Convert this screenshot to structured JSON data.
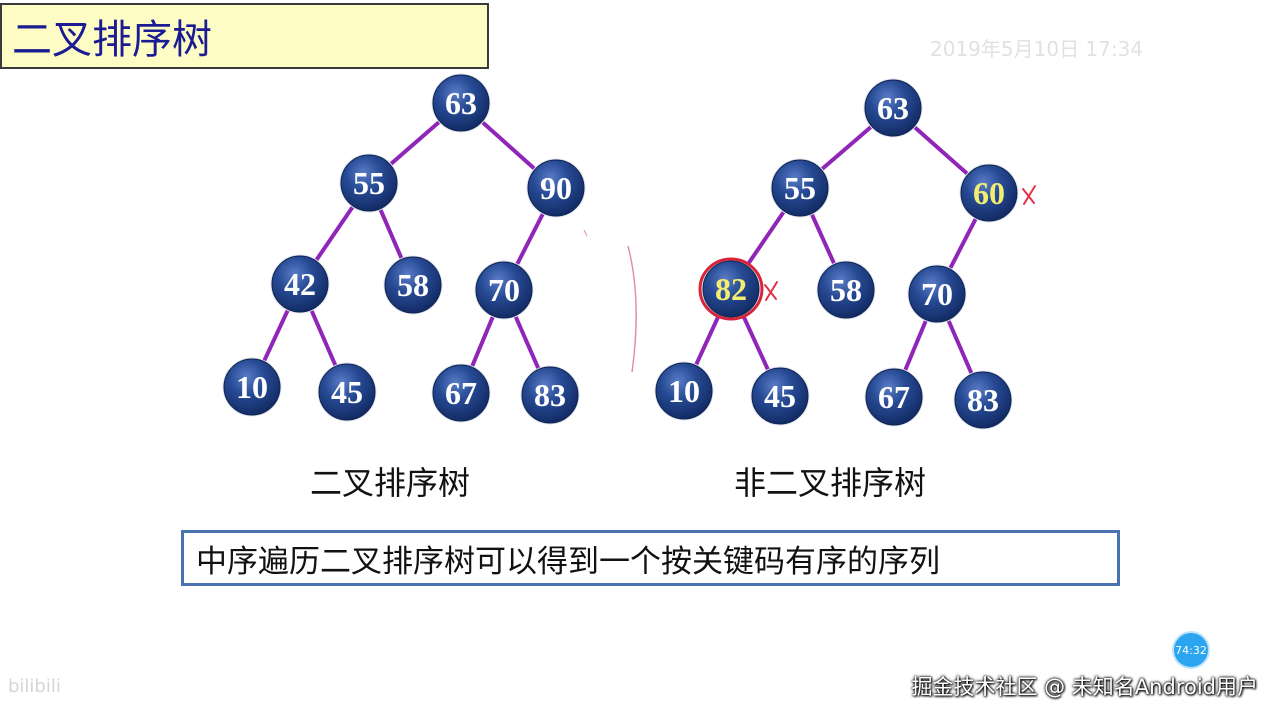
{
  "title": "二叉排序树",
  "captions": {
    "left": "二叉排序树",
    "right": "非二叉排序树"
  },
  "note": "中序遍历二叉排序树可以得到一个按关键码有序的序列",
  "watermark": {
    "top": "2019年5月10日 17:34",
    "bottom": "bilibili"
  },
  "timer": "74:32",
  "credit": "掘金技术社区 @ 未知名Android用户",
  "colors": {
    "node_fill": "#1f3d82",
    "node_text": "#ffffff",
    "highlight_text": "#f3ef6e",
    "edge": "#9026b8",
    "circle_mark": "#d8243a",
    "cross_mark": "#e0334a"
  },
  "trees": [
    {
      "name": "bst",
      "nodes": [
        {
          "id": "n63",
          "label": "63"
        },
        {
          "id": "n55",
          "label": "55"
        },
        {
          "id": "n90",
          "label": "90"
        },
        {
          "id": "n42",
          "label": "42"
        },
        {
          "id": "n58",
          "label": "58"
        },
        {
          "id": "n70",
          "label": "70"
        },
        {
          "id": "n10",
          "label": "10"
        },
        {
          "id": "n45",
          "label": "45"
        },
        {
          "id": "n67",
          "label": "67"
        },
        {
          "id": "n83",
          "label": "83"
        }
      ],
      "edges": [
        [
          "n63",
          "n55"
        ],
        [
          "n63",
          "n90"
        ],
        [
          "n55",
          "n42"
        ],
        [
          "n55",
          "n58"
        ],
        [
          "n90",
          "n70"
        ],
        [
          "n42",
          "n10"
        ],
        [
          "n42",
          "n45"
        ],
        [
          "n70",
          "n67"
        ],
        [
          "n70",
          "n83"
        ]
      ]
    },
    {
      "name": "non-bst",
      "nodes": [
        {
          "id": "m63",
          "label": "63"
        },
        {
          "id": "m55",
          "label": "55"
        },
        {
          "id": "m60",
          "label": "60",
          "highlight": true,
          "cross": true
        },
        {
          "id": "m82",
          "label": "82",
          "highlight": true,
          "circled": true,
          "cross": true
        },
        {
          "id": "m58",
          "label": "58"
        },
        {
          "id": "m70",
          "label": "70"
        },
        {
          "id": "m10",
          "label": "10"
        },
        {
          "id": "m45",
          "label": "45"
        },
        {
          "id": "m67",
          "label": "67"
        },
        {
          "id": "m83",
          "label": "83"
        }
      ],
      "edges": [
        [
          "m63",
          "m55"
        ],
        [
          "m63",
          "m60"
        ],
        [
          "m55",
          "m82"
        ],
        [
          "m55",
          "m58"
        ],
        [
          "m60",
          "m70"
        ],
        [
          "m82",
          "m10"
        ],
        [
          "m82",
          "m45"
        ],
        [
          "m70",
          "m67"
        ],
        [
          "m70",
          "m83"
        ]
      ]
    }
  ]
}
